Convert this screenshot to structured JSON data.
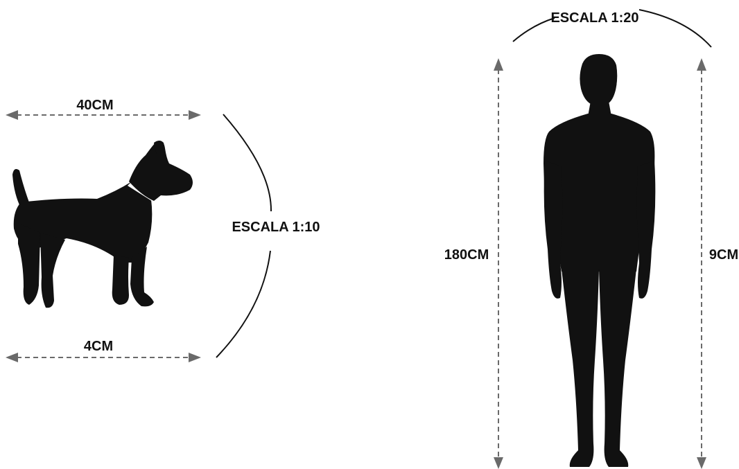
{
  "dog_section": {
    "real_size_label": "40CM",
    "scaled_size_label": "4CM",
    "scale_label": "ESCALA 1:10",
    "figure_icon": "dog-silhouette"
  },
  "person_section": {
    "real_size_label": "180CM",
    "scaled_size_label": "9CM",
    "scale_label": "ESCALA 1:20",
    "figure_icon": "person-silhouette"
  },
  "colors": {
    "silhouette": "#111111",
    "dimension_line": "#6a6a6a",
    "text": "#111111",
    "background": "#ffffff"
  }
}
